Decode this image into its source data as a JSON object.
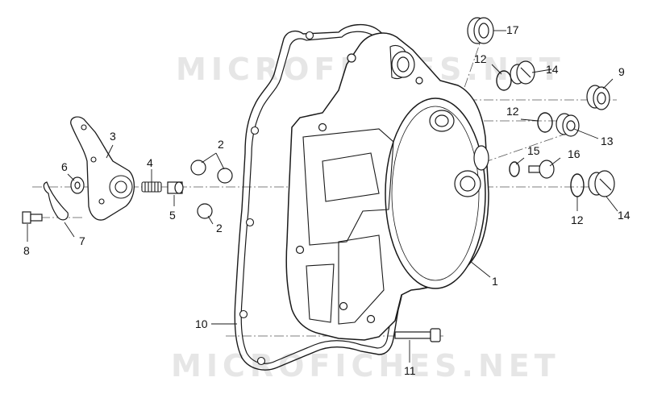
{
  "watermark": {
    "top": "MICROFICHES.NET",
    "bottom": "MICROFICHES.NET"
  },
  "callouts": [
    {
      "id": "c1",
      "text": "1"
    },
    {
      "id": "c2a",
      "text": "2"
    },
    {
      "id": "c2b",
      "text": "2"
    },
    {
      "id": "c3",
      "text": "3"
    },
    {
      "id": "c4",
      "text": "4"
    },
    {
      "id": "c5",
      "text": "5"
    },
    {
      "id": "c6",
      "text": "6"
    },
    {
      "id": "c7",
      "text": "7"
    },
    {
      "id": "c8",
      "text": "8"
    },
    {
      "id": "c9",
      "text": "9"
    },
    {
      "id": "c10",
      "text": "10"
    },
    {
      "id": "c11",
      "text": "11"
    },
    {
      "id": "c12a",
      "text": "12"
    },
    {
      "id": "c12b",
      "text": "12"
    },
    {
      "id": "c12c",
      "text": "12"
    },
    {
      "id": "c13",
      "text": "13"
    },
    {
      "id": "c14a",
      "text": "14"
    },
    {
      "id": "c14b",
      "text": "14"
    },
    {
      "id": "c15",
      "text": "15"
    },
    {
      "id": "c16",
      "text": "16"
    },
    {
      "id": "c17",
      "text": "17"
    }
  ],
  "colors": {
    "line": "#1a1a1a",
    "centerline": "#555555",
    "watermark": "#e6e6e6",
    "fill": "#ffffff",
    "shade": "#f2f2f2"
  }
}
